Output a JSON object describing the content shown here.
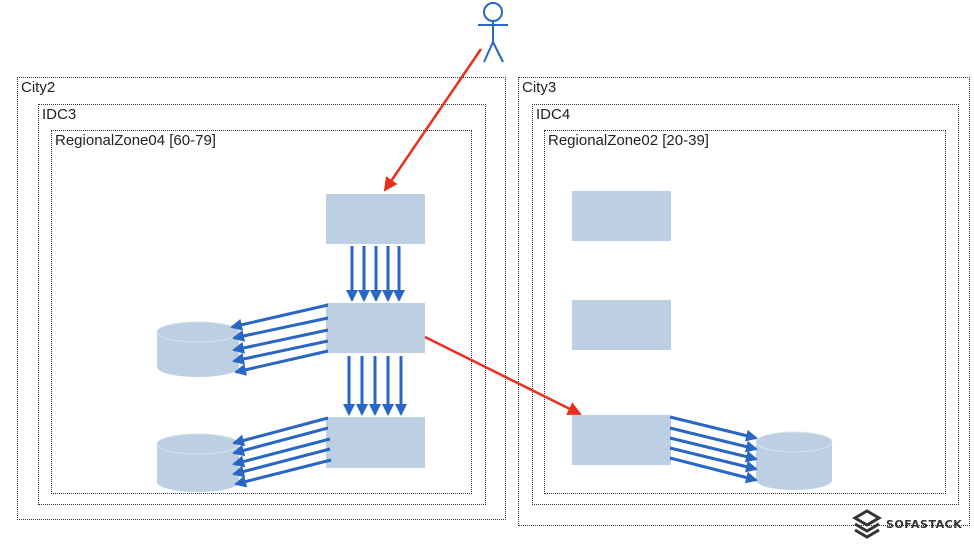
{
  "diagram": {
    "colors": {
      "node_fill": "#bccfe3",
      "flow_arrow": "#2a66c4",
      "cross_zone_arrow": "#e8301c",
      "user_icon": "#2a66c4",
      "border": "#333333"
    },
    "user": {
      "icon": "user-stick-figure-icon"
    },
    "cities": [
      {
        "label": "City2",
        "idc": {
          "label": "IDC3",
          "zone": {
            "label": "RegionalZone04 [60-79]",
            "nodes": [
              "gateway-node",
              "app-node-1",
              "app-node-2"
            ],
            "databases": [
              "database-1",
              "database-2"
            ]
          }
        }
      },
      {
        "label": "City3",
        "idc": {
          "label": "IDC4",
          "zone": {
            "label": "RegionalZone02 [20-39]",
            "nodes": [
              "gateway-node",
              "app-node-1",
              "app-node-2"
            ],
            "databases": [
              "database-1"
            ]
          }
        }
      }
    ],
    "logo": {
      "text": "SOFASTACK",
      "icon": "sofastack-logo-icon"
    }
  }
}
